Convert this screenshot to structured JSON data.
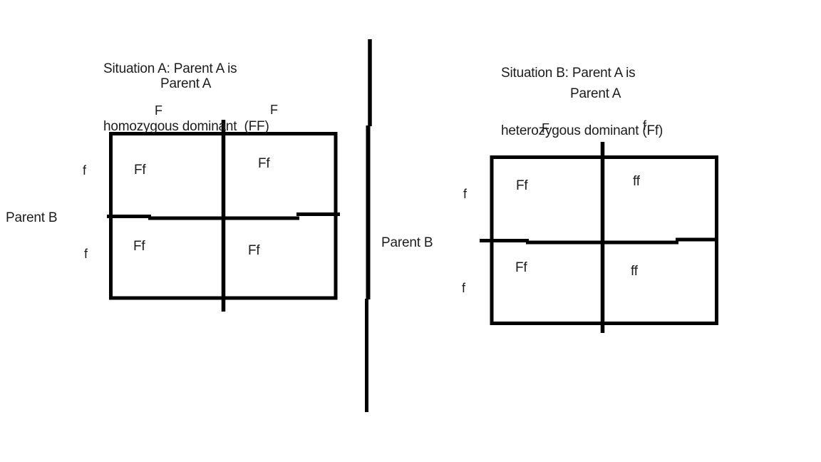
{
  "colors": {
    "background": "#ffffff",
    "line": "#000000",
    "text": "#1c1c1c"
  },
  "situation_a": {
    "title_line1": "Situation A: Parent A is",
    "title_line2": "homozygous dominant  (FF)",
    "parent_a_label": "Parent A",
    "parent_b_label": "Parent B",
    "col_headers": [
      "F",
      "F"
    ],
    "row_headers": [
      "f",
      "f"
    ],
    "cells": [
      "Ff",
      "Ff",
      "Ff",
      "Ff"
    ]
  },
  "situation_b": {
    "title_line1": "Situation B: Parent A is",
    "title_line2": "heterozygous dominant (Ff)",
    "parent_a_label": "Parent A",
    "parent_b_label": "Parent B",
    "col_headers": [
      "F",
      "f"
    ],
    "row_headers": [
      "f",
      "f"
    ],
    "cells": [
      "Ff",
      "ff",
      "Ff",
      "ff"
    ]
  }
}
